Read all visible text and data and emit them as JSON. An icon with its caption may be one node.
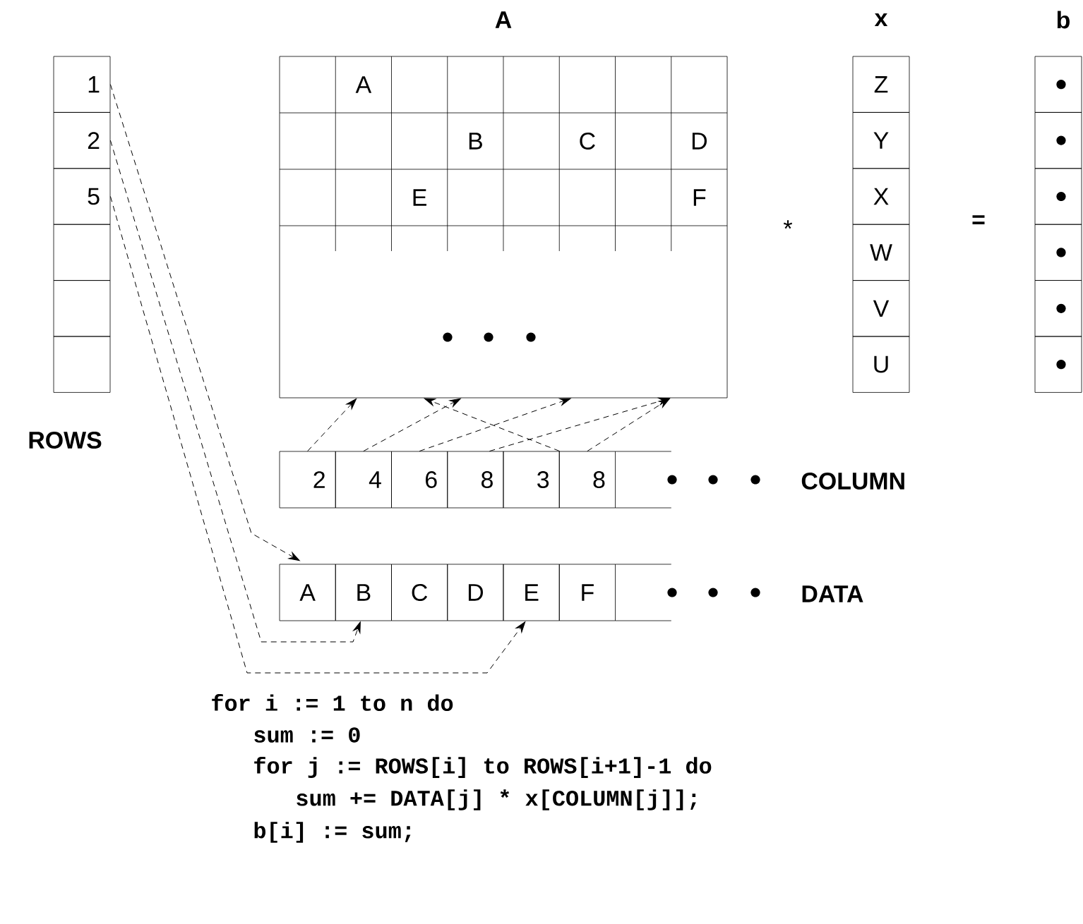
{
  "diagram": {
    "nodes": [
      {
        "text": [
          "1"
        ]
      },
      {
        "text": [
          "2"
        ]
      },
      {
        "text": [
          "5"
        ]
      },
      {
        "text": [],
        "shape": "box"
      },
      {
        "text": [],
        "shape": "box"
      },
      {
        "text": [],
        "shape": "box"
      },
      {
        "text": [
          "A"
        ]
      },
      {
        "text": [
          "A"
        ],
        "in": 6
      },
      {
        "text": [
          "B"
        ],
        "in": 6
      },
      {
        "text": [
          "C"
        ],
        "in": 6
      },
      {
        "text": [
          "D"
        ],
        "in": 6
      },
      {
        "text": [
          "E"
        ],
        "in": 6
      },
      {
        "text": [
          "F"
        ],
        "in": 6
      },
      {
        "text": [
          "Z"
        ]
      },
      {
        "text": [
          "Y"
        ]
      },
      {
        "text": [
          "X"
        ]
      },
      {
        "text": [
          "W"
        ]
      },
      {
        "text": [
          "V"
        ]
      },
      {
        "text": [
          "U"
        ]
      },
      {
        "text": [],
        "shape": "box"
      },
      {
        "text": [],
        "shape": "box"
      },
      {
        "text": [],
        "shape": "box"
      },
      {
        "text": [],
        "shape": "box"
      },
      {
        "text": [],
        "shape": "box"
      },
      {
        "text": [],
        "shape": "box"
      },
      {
        "text": [
          "2"
        ]
      },
      {
        "text": [
          "4"
        ]
      },
      {
        "text": [
          "6"
        ]
      },
      {
        "text": [
          "8"
        ]
      },
      {
        "text": [
          "3"
        ]
      },
      {
        "text": [
          "8"
        ]
      },
      {
        "text": [],
        "shape": "box"
      },
      {
        "text": [
          "A"
        ]
      },
      {
        "text": [
          "B"
        ]
      },
      {
        "text": [
          "C"
        ]
      },
      {
        "text": [
          "D"
        ]
      },
      {
        "text": [
          "E"
        ]
      },
      {
        "text": [
          "F"
        ]
      },
      {
        "text": [],
        "shape": "box"
      }
    ],
    "edges": [
      {
        "from": 0,
        "to": 32,
        "arrow": "to",
        "style": "dashed"
      },
      {
        "from": 1,
        "to": 33,
        "arrow": "to",
        "style": "dashed"
      },
      {
        "from": 2,
        "to": 36,
        "arrow": "to",
        "style": "dashed"
      },
      {
        "from": 25,
        "to": 6,
        "arrow": "to",
        "style": "dashed"
      },
      {
        "from": 26,
        "to": 6,
        "arrow": "to",
        "style": "dashed"
      },
      {
        "from": 27,
        "to": 6,
        "arrow": "to",
        "style": "dashed"
      },
      {
        "from": 28,
        "to": 6,
        "arrow": "to",
        "style": "dashed"
      },
      {
        "from": 29,
        "to": 6,
        "arrow": "to",
        "style": "dashed"
      },
      {
        "from": 30,
        "to": 6,
        "arrow": "to",
        "style": "dashed"
      }
    ],
    "labels": [
      "x",
      "b",
      "*",
      "=",
      "ROWS",
      "COLUMN",
      "DATA",
      "for i := 1 to n do",
      "sum := 0",
      "for j := ROWS[i] to ROWS[i+1]-1 do",
      "sum += DATA[j] * x[COLUMN[j]];",
      "b[i] := sum;"
    ]
  }
}
